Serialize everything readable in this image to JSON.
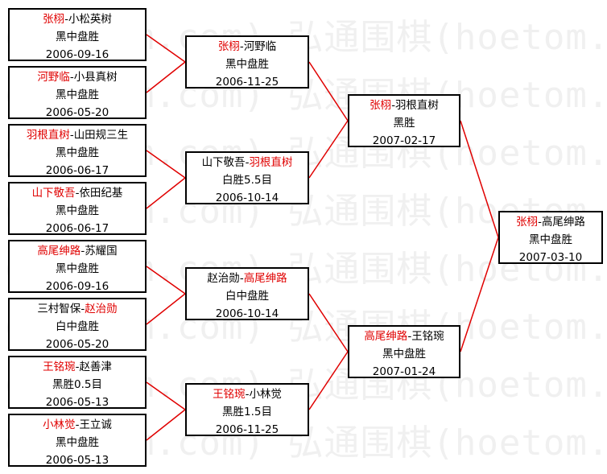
{
  "watermark": "(hoetom.com) 弘通围棋(hoetom.com) 弘通",
  "line_color": "#e00000",
  "winner_color": "#e00000",
  "round1": [
    {
      "winner": "张栩",
      "sep": "-",
      "loser": "小松英树",
      "result": "黑中盘胜",
      "date": "2006-09-16",
      "winner_first": true
    },
    {
      "winner": "河野临",
      "sep": "-",
      "loser": "小县真树",
      "result": "黑中盘胜",
      "date": "2006-05-20",
      "winner_first": true
    },
    {
      "winner": "羽根直树",
      "sep": "-",
      "loser": "山田规三生",
      "result": "黑中盘胜",
      "date": "2006-06-17",
      "winner_first": true
    },
    {
      "winner": "山下敬吾",
      "sep": "-",
      "loser": "依田纪基",
      "result": "黑中盘胜",
      "date": "2006-06-17",
      "winner_first": true
    },
    {
      "winner": "高尾绅路",
      "sep": "-",
      "loser": "苏耀国",
      "result": "黑中盘胜",
      "date": "2006-09-16",
      "winner_first": true
    },
    {
      "winner": "赵治勋",
      "sep": "-",
      "loser": "三村智保",
      "result": "白中盘胜",
      "date": "2006-05-20",
      "winner_first": false
    },
    {
      "winner": "王铭琬",
      "sep": "-",
      "loser": "赵善津",
      "result": "黑胜0.5目",
      "date": "2006-05-13",
      "winner_first": true
    },
    {
      "winner": "小林觉",
      "sep": "-",
      "loser": "王立诚",
      "result": "黑中盘胜",
      "date": "2006-05-13",
      "winner_first": true
    }
  ],
  "round2": [
    {
      "winner": "张栩",
      "sep": "-",
      "loser": "河野临",
      "result": "黑中盘胜",
      "date": "2006-11-25",
      "winner_first": true
    },
    {
      "winner": "羽根直树",
      "sep": "-",
      "loser": "山下敬吾",
      "result": "白胜5.5目",
      "date": "2006-10-14",
      "winner_first": false
    },
    {
      "winner": "高尾绅路",
      "sep": "-",
      "loser": "赵治勋",
      "result": "白中盘胜",
      "date": "2006-10-14",
      "winner_first": false
    },
    {
      "winner": "王铭琬",
      "sep": "-",
      "loser": "小林觉",
      "result": "黑胜1.5目",
      "date": "2006-11-25",
      "winner_first": true
    }
  ],
  "round3": [
    {
      "winner": "张栩",
      "sep": "-",
      "loser": "羽根直树",
      "result": "黑胜",
      "date": "2007-02-17",
      "winner_first": true
    },
    {
      "winner": "高尾绅路",
      "sep": "-",
      "loser": "王铭琬",
      "result": "黑中盘胜",
      "date": "2007-01-24",
      "winner_first": true
    }
  ],
  "final": [
    {
      "winner": "张栩",
      "sep": "-",
      "loser": "高尾绅路",
      "result": "黑中盘胜",
      "date": "2007-03-10",
      "winner_first": true
    }
  ]
}
